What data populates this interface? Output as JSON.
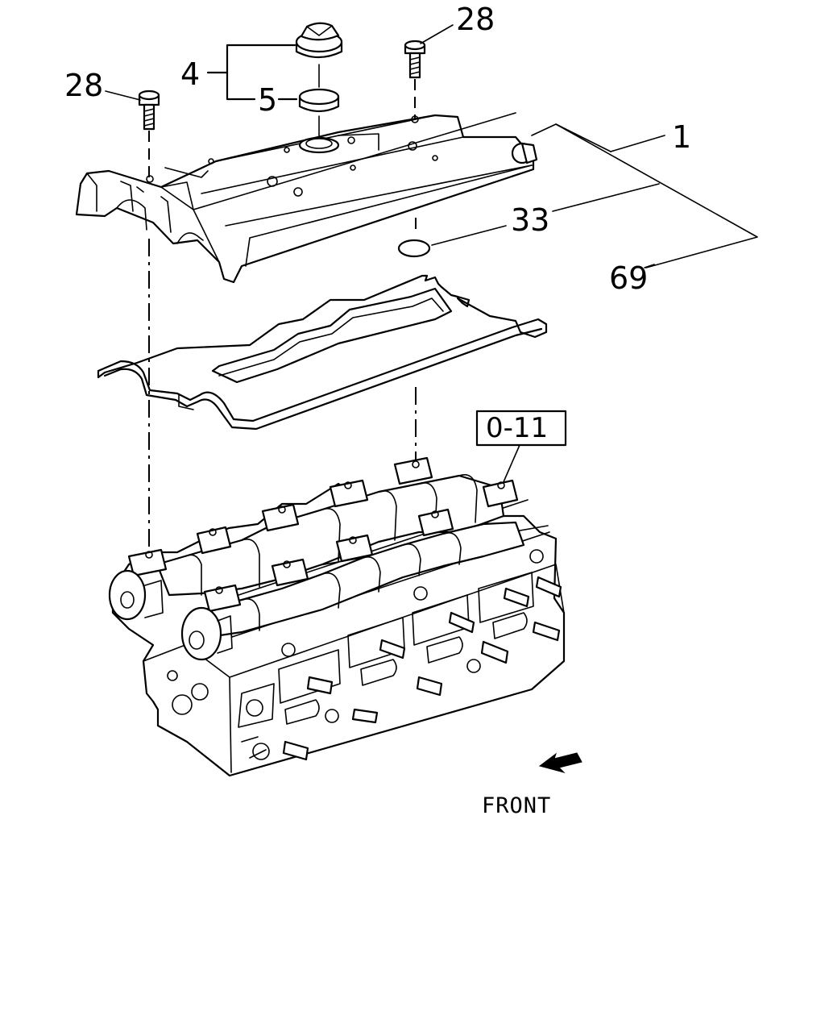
{
  "callouts": {
    "bolt_right": "28",
    "bolt_left": "28",
    "oil_cap": "4",
    "cap_seal": "5",
    "cover": "1",
    "oring": "33",
    "gasket": "69"
  },
  "reference_box": "0-11",
  "front_label": "FRONT"
}
